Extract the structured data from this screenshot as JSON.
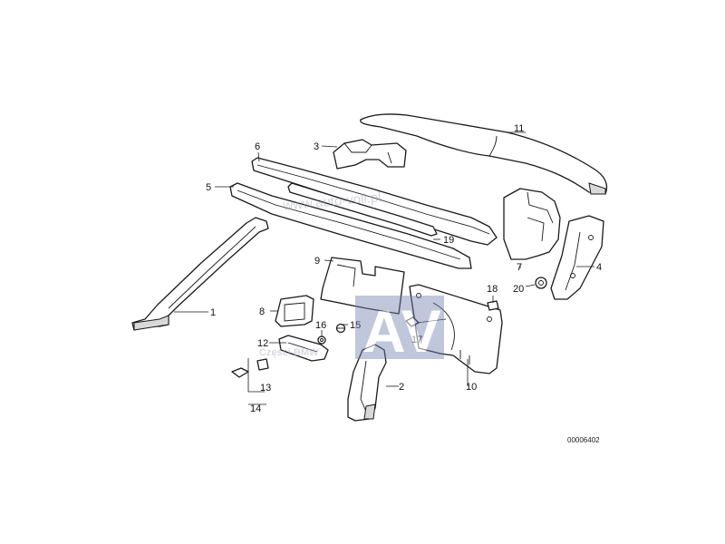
{
  "callouts": {
    "c1": "1",
    "c2": "2",
    "c3": "3",
    "c4": "4",
    "c5": "5",
    "c6": "6",
    "c7": "7",
    "c8": "8",
    "c9": "9",
    "c10": "10",
    "c11": "11",
    "c12": "12",
    "c13": "13",
    "c14": "14",
    "c15": "15",
    "c16": "16",
    "c17": "17",
    "c18": "18",
    "c19": "19",
    "c20": "20"
  },
  "document_number": "00006402",
  "watermark": {
    "url": "www.auto-voll.pl",
    "logo": "AV",
    "caption": "Części BMW"
  },
  "colors": {
    "line": "#1a1a1a",
    "watermark_logo": "#6f7fae"
  }
}
